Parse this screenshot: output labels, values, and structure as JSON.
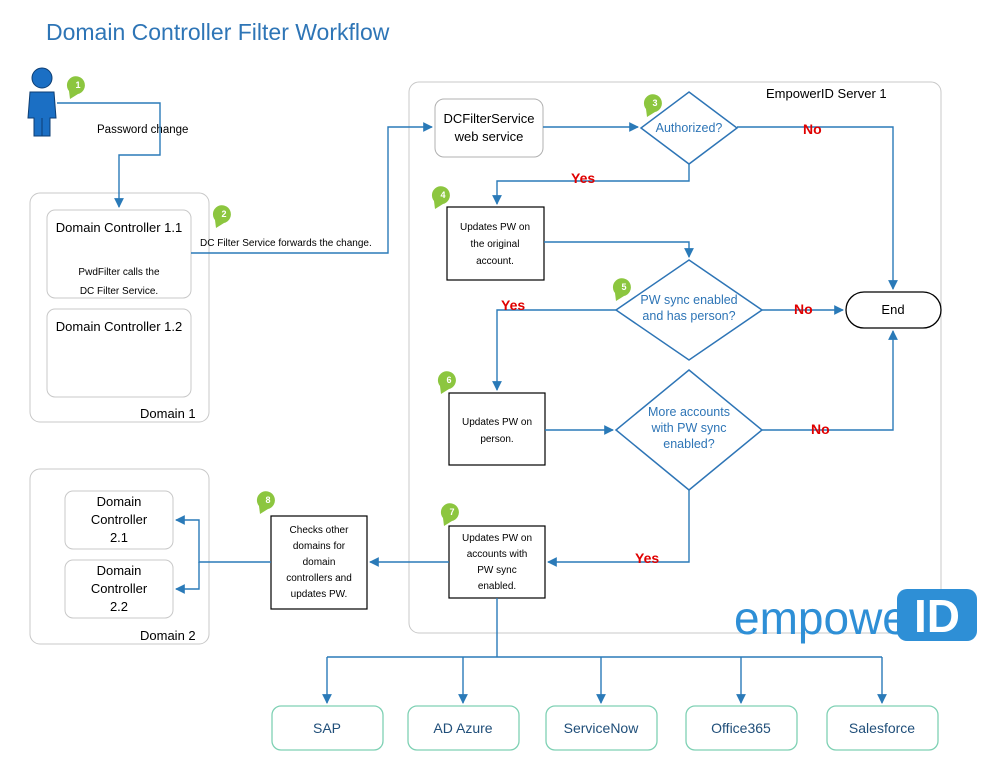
{
  "title": "Domain Controller Filter Workflow",
  "groups": {
    "server": "EmpowerID Server 1",
    "domain1": "Domain 1",
    "domain2": "Domain 2"
  },
  "step_numbers": [
    "1",
    "2",
    "3",
    "4",
    "5",
    "6",
    "7",
    "8"
  ],
  "user": {
    "label": "Password change"
  },
  "domain1": {
    "dc11": {
      "title": "Domain Controller 1.1",
      "body": [
        "PwdFilter calls the",
        "DC Filter Service."
      ]
    },
    "dc12": {
      "title": "Domain Controller 1.2"
    }
  },
  "forward_label": "DC Filter Service forwards the change.",
  "service": [
    "DCFilterService",
    "web service"
  ],
  "decisions": {
    "authorized": [
      "Authorized?"
    ],
    "pw_sync": [
      "PW sync enabled",
      "and has person?"
    ],
    "more_accounts": [
      "More accounts",
      "with PW sync",
      "enabled?"
    ]
  },
  "steps": {
    "update_original": [
      "Updates PW on",
      "the original",
      "account."
    ],
    "update_person": [
      "Updates PW on",
      "person."
    ],
    "update_accounts": [
      "Updates PW on",
      "accounts with",
      "PW sync",
      "enabled."
    ],
    "check_domains": [
      "Checks other",
      "domains for",
      "domain",
      "controllers and",
      "updates PW."
    ]
  },
  "end": "End",
  "branch_labels": {
    "yes": "Yes",
    "no": "No"
  },
  "domain2": {
    "dc21": [
      "Domain",
      "Controller",
      "2.1"
    ],
    "dc22": [
      "Domain",
      "Controller",
      "2.2"
    ]
  },
  "targets": [
    "SAP",
    "AD Azure",
    "ServiceNow",
    "Office365",
    "Salesforce"
  ],
  "logo": {
    "text": "empower",
    "mark": "ID"
  },
  "colors": {
    "title": "#2e75b6",
    "connector": "#2a7ab8",
    "badge": "#8cc63f",
    "decision_text": "#2e75b6",
    "branch_label": "#e00000",
    "target_border": "#7fd1b4",
    "logo": "#2e8fd6",
    "user_icon": "#1b6fc4"
  },
  "icons": {
    "user": "user-icon",
    "step_marker": "speech-bubble-badge"
  }
}
